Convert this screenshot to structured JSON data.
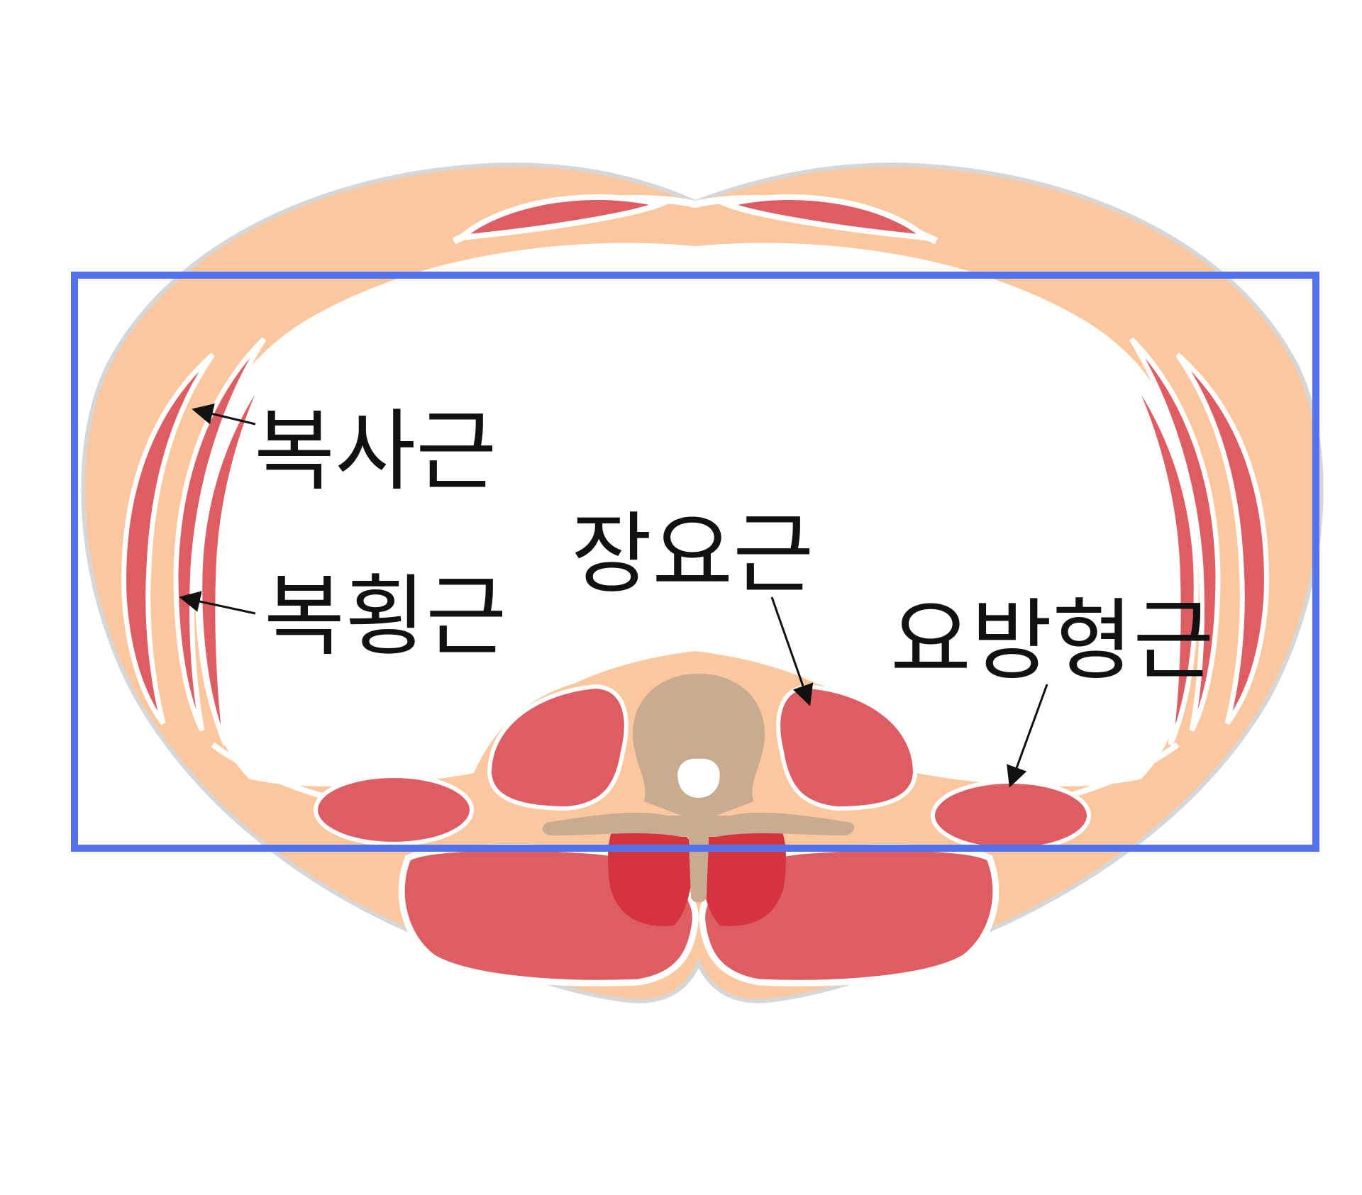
{
  "labels": {
    "oblique": "복사근",
    "transverse": "복횡근",
    "psoas": "장요근",
    "quadratus_lumborum": "요방형근"
  },
  "colors": {
    "fat": "#FBC79E",
    "muscle": "#DD5D62",
    "muscle_deep": "#D5343F",
    "bone": "#C8AB90",
    "outline": "#D6D6D6",
    "highlight_box": "#5573EE",
    "text": "#111111"
  }
}
